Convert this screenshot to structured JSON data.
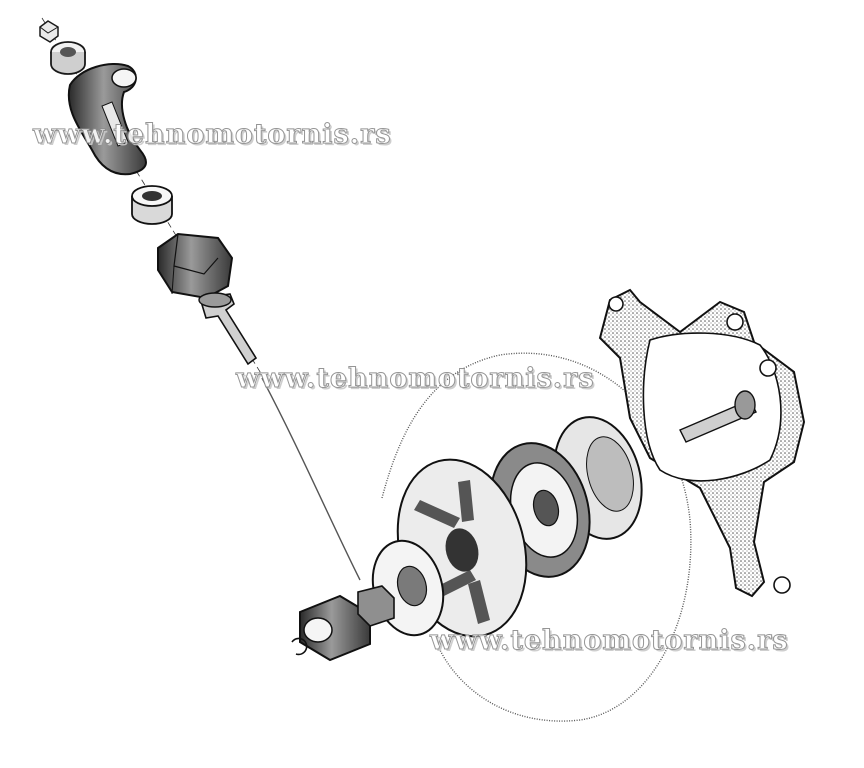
{
  "watermarks": [
    {
      "text": "www.tehnomotornis.rs"
    },
    {
      "text": "www.tehnomotornis.rs"
    },
    {
      "text": "www.tehnomotornis.rs"
    }
  ],
  "colors": {
    "ink": "#1a1a1a",
    "shade": "#6e6e6e",
    "light_shade": "#bdbdbd",
    "paper": "#ffffff"
  }
}
